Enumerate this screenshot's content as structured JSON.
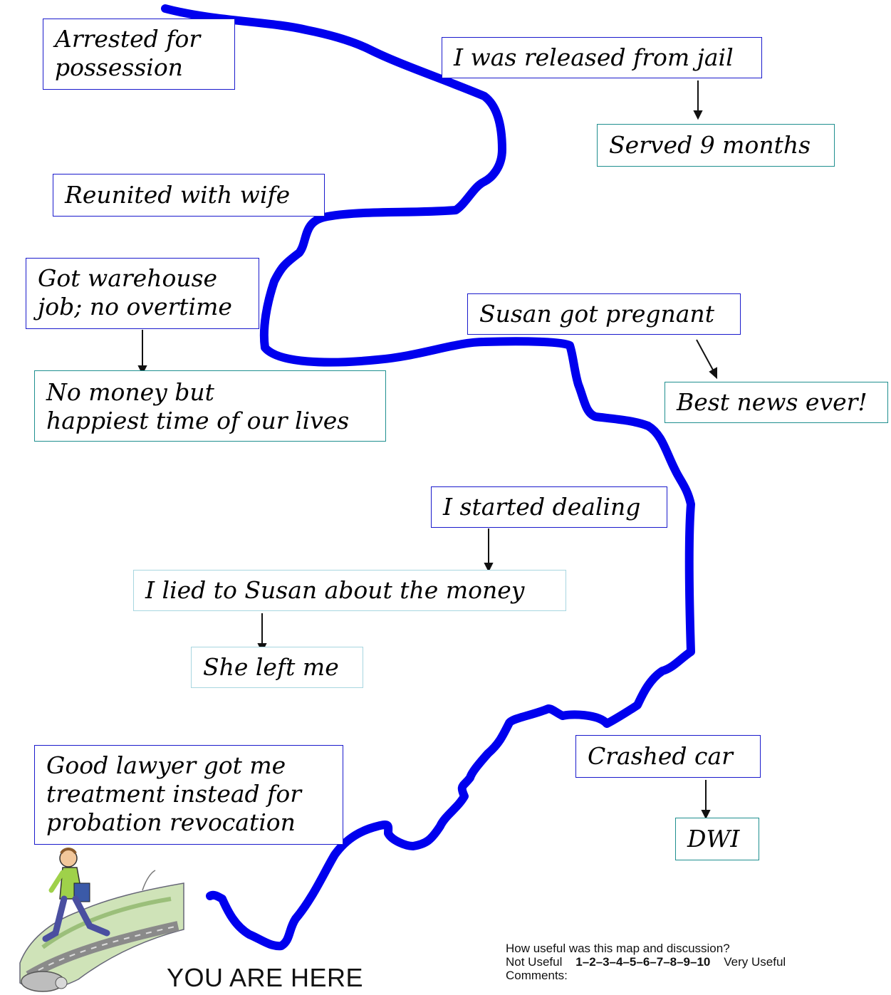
{
  "events": [
    {
      "id": "arrested",
      "lines": [
        "Arrested for",
        "possession"
      ],
      "kind": "event"
    },
    {
      "id": "released",
      "lines": [
        "I was released from jail"
      ],
      "kind": "event"
    },
    {
      "id": "served",
      "lines": [
        "Served 9 months"
      ],
      "kind": "outcome"
    },
    {
      "id": "reunited",
      "lines": [
        "Reunited with wife"
      ],
      "kind": "event"
    },
    {
      "id": "warehouse",
      "lines": [
        "Got warehouse",
        "job; no overtime"
      ],
      "kind": "event"
    },
    {
      "id": "nomoney",
      "lines": [
        "No money but",
        "happiest time of our lives"
      ],
      "kind": "outcome"
    },
    {
      "id": "pregnant",
      "lines": [
        "Susan got pregnant"
      ],
      "kind": "event"
    },
    {
      "id": "bestnews",
      "lines": [
        "Best news ever!"
      ],
      "kind": "outcome"
    },
    {
      "id": "dealing",
      "lines": [
        "I started dealing"
      ],
      "kind": "event"
    },
    {
      "id": "lied",
      "lines": [
        "I lied to Susan about the money"
      ],
      "kind": "light"
    },
    {
      "id": "left",
      "lines": [
        "She left me"
      ],
      "kind": "light"
    },
    {
      "id": "crashed",
      "lines": [
        "Crashed car"
      ],
      "kind": "event"
    },
    {
      "id": "dwi",
      "lines": [
        "DWI"
      ],
      "kind": "outcome"
    },
    {
      "id": "lawyer",
      "lines": [
        "Good lawyer got me",
        "treatment instead for",
        "probation revocation"
      ],
      "kind": "event"
    }
  ],
  "you_are_here": "YOU ARE HERE",
  "survey": {
    "question": "How useful was this map and discussion?",
    "low_label": "Not Useful",
    "scale": "1–2–3–4–5–6–7–8–9–10",
    "high_label": "Very Useful",
    "comments_label": "Comments:"
  },
  "colors": {
    "path": "#0000ee",
    "event_border": "#1a1acc",
    "outcome_border": "#1f8f8f",
    "light_border": "#a8d6e0"
  },
  "icons": [
    "walking-man-illustration",
    "down-arrow-icon"
  ]
}
